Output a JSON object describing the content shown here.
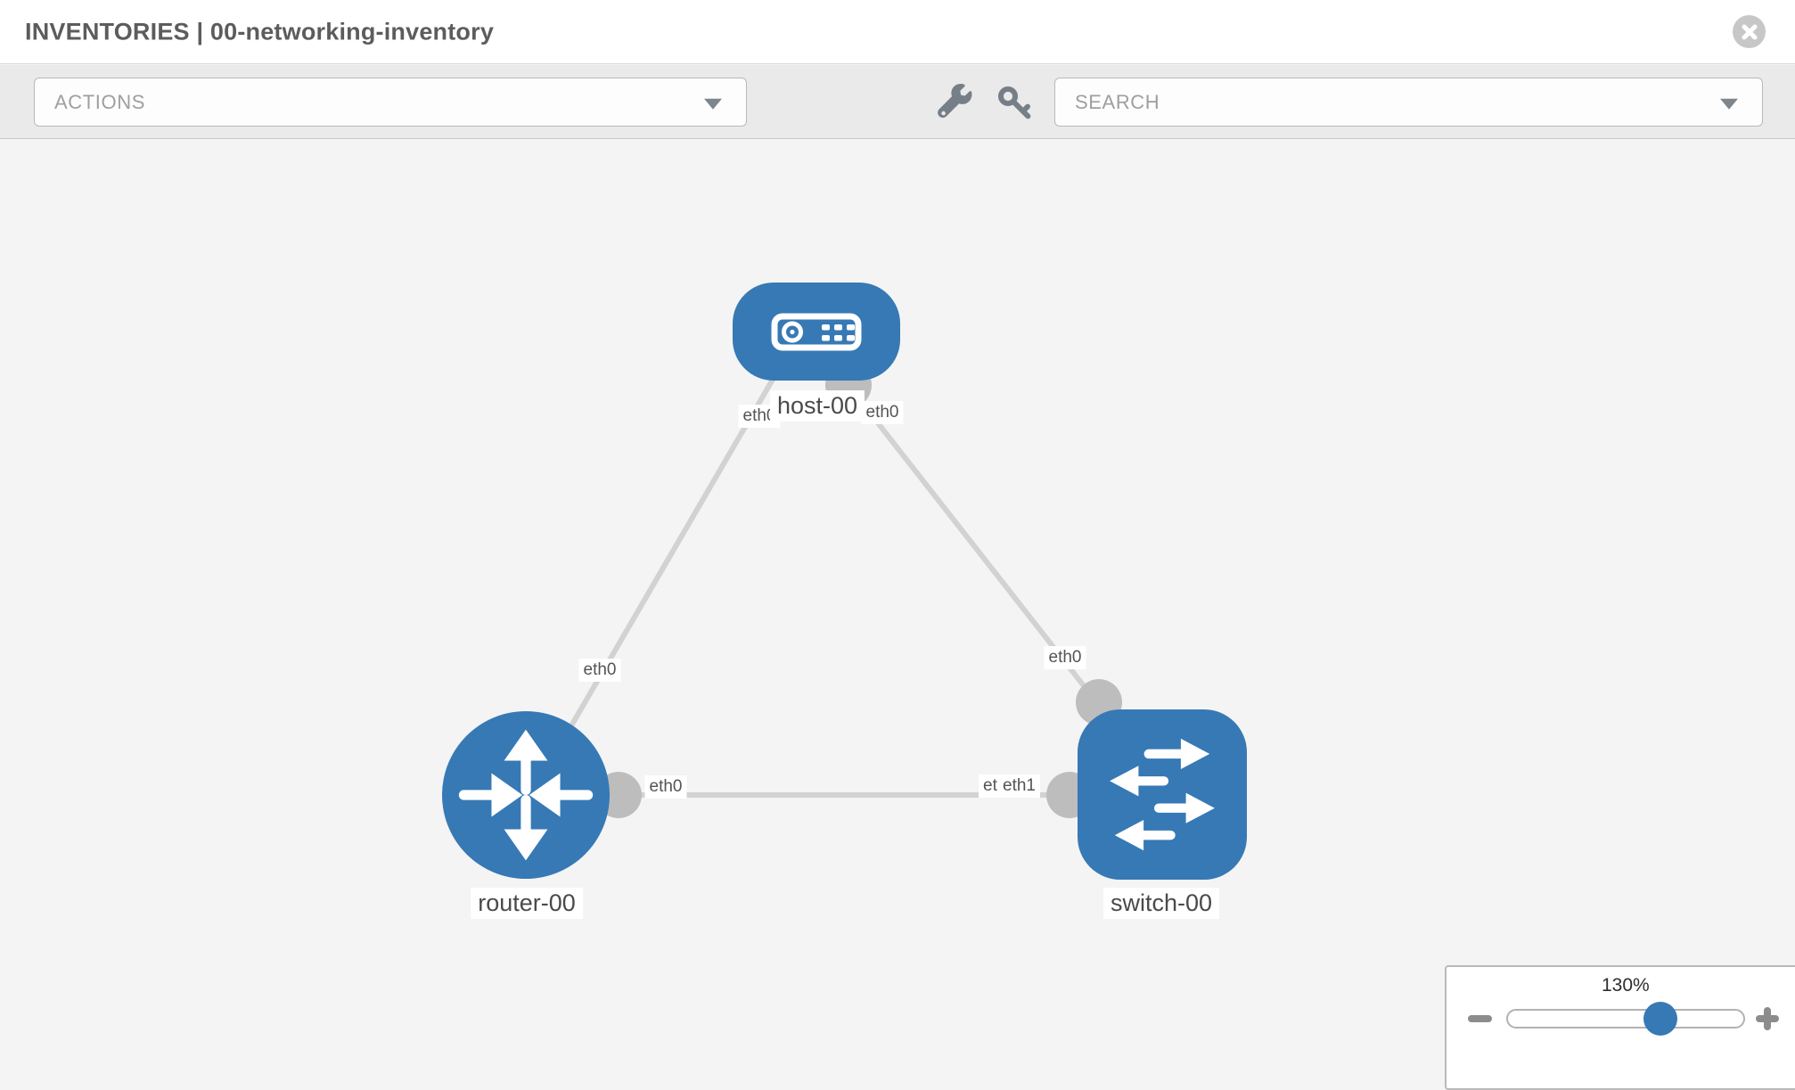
{
  "header": {
    "title": "INVENTORIES | 00-networking-inventory"
  },
  "toolbar": {
    "actions_label": "ACTIONS",
    "search_label": "SEARCH",
    "icons": [
      "wrench-icon",
      "key-icon",
      "caret-down-icon"
    ]
  },
  "window_icons": {
    "close": "circle-x-icon"
  },
  "nodes": [
    {
      "label": "host-00",
      "type": "host"
    },
    {
      "label": "router-00",
      "type": "router"
    },
    {
      "label": "switch-00",
      "type": "switch"
    }
  ],
  "links": [
    {
      "from": "host-00",
      "from_port": "eth0",
      "to": "router-00",
      "to_port": "eth0"
    },
    {
      "from": "host-00",
      "from_port": "eth0",
      "to": "switch-00",
      "to_port": "eth0"
    },
    {
      "from": "router-00",
      "from_port": "eth0",
      "to": "switch-00",
      "to_ports": [
        "eth0",
        "eth1"
      ]
    }
  ],
  "ports": [
    {
      "label": "eth0",
      "node": "host-00",
      "link": "host-00/router-00"
    },
    {
      "label": "eth0",
      "node": "host-00",
      "link": "host-00/switch-00"
    },
    {
      "label": "eth0",
      "node": "router-00",
      "link": "host-00/router-00"
    },
    {
      "label": "eth0",
      "node": "router-00",
      "link": "router-00/switch-00"
    },
    {
      "label": "eth0",
      "node": "switch-00",
      "link": "host-00/switch-00"
    },
    {
      "label": "eth0",
      "node": "switch-00",
      "link": "router-00/switch-00"
    },
    {
      "label": "eth1",
      "node": "switch-00",
      "link": "router-00/switch-00"
    }
  ],
  "zoom": {
    "level": "130%",
    "icons": [
      "zoom-out-icon",
      "zoom-in-icon"
    ]
  },
  "colors": {
    "node_blue": "#3679b5",
    "link_gray": "#d2d2d2",
    "endpoint_gray": "#bdbdbd",
    "toolbar_bg": "#eaeaea",
    "canvas_bg": "#f4f4f4"
  }
}
